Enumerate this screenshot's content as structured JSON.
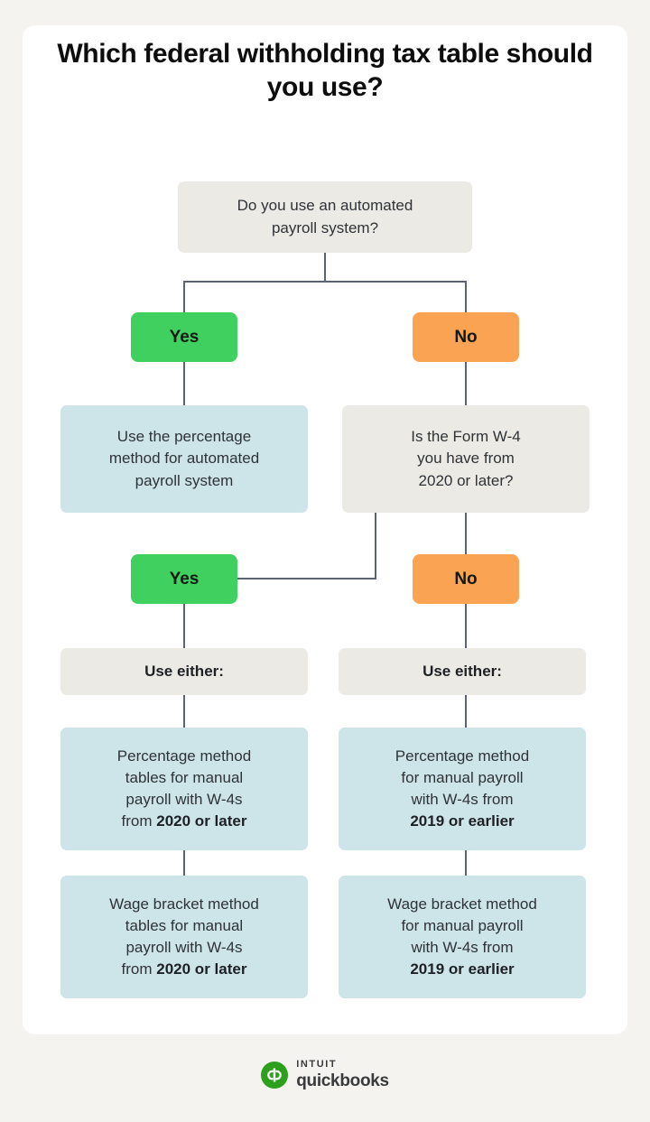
{
  "brand": {
    "card_bg": "#ffffff",
    "page_bg": "#f5f3ef",
    "question_bg": "#eceae5",
    "result_bg": "#cde5e9",
    "yes_color": "#3fd060",
    "no_color": "#faa352",
    "connector_color": "#5a6472",
    "logo_green": "#2ca01c",
    "intuit_text": "INTUIT",
    "quickbooks_text": "quickbooks"
  },
  "title": "Which federal withholding tax table should you use?",
  "chart_data": {
    "type": "diagram",
    "title": "Which federal withholding tax table should you use?",
    "diagram_kind": "decision-flowchart",
    "nodes": [
      {
        "id": "q1",
        "kind": "question",
        "text": "Do you use an automated payroll system?"
      },
      {
        "id": "q1-yes",
        "kind": "branch",
        "text": "Yes"
      },
      {
        "id": "q1-no",
        "kind": "branch",
        "text": "No"
      },
      {
        "id": "r-auto",
        "kind": "result",
        "text": "Use the percentage method for automated payroll system"
      },
      {
        "id": "q2",
        "kind": "question",
        "text": "Is the Form W-4 you have from 2020 or later?"
      },
      {
        "id": "q2-yes",
        "kind": "branch",
        "text": "Yes"
      },
      {
        "id": "q2-no",
        "kind": "branch",
        "text": "No"
      },
      {
        "id": "use-either-left",
        "kind": "label",
        "text": "Use either:"
      },
      {
        "id": "use-either-right",
        "kind": "label",
        "text": "Use either:"
      },
      {
        "id": "r-pct-2020",
        "kind": "result",
        "text": "Percentage method tables for manual payroll with W-4s from 2020 or later"
      },
      {
        "id": "r-wage-2020",
        "kind": "result",
        "text": "Wage bracket method tables for manual payroll with W-4s from 2020 or later"
      },
      {
        "id": "r-pct-2019",
        "kind": "result",
        "text": "Percentage method for manual payroll with W-4s from 2019 or earlier"
      },
      {
        "id": "r-wage-2019",
        "kind": "result",
        "text": "Wage bracket method for manual payroll with W-4s from 2019 or earlier"
      }
    ],
    "edges": [
      {
        "from": "q1",
        "to": "q1-yes"
      },
      {
        "from": "q1",
        "to": "q1-no"
      },
      {
        "from": "q1-yes",
        "to": "r-auto"
      },
      {
        "from": "q1-no",
        "to": "q2"
      },
      {
        "from": "q2",
        "to": "q2-yes"
      },
      {
        "from": "q2",
        "to": "q2-no"
      },
      {
        "from": "q2-yes",
        "to": "use-either-left"
      },
      {
        "from": "q2-no",
        "to": "use-either-right"
      },
      {
        "from": "use-either-left",
        "to": "r-pct-2020"
      },
      {
        "from": "r-pct-2020",
        "to": "r-wage-2020"
      },
      {
        "from": "use-either-right",
        "to": "r-pct-2019"
      },
      {
        "from": "r-pct-2019",
        "to": "r-wage-2019"
      }
    ]
  },
  "flow": {
    "q1": {
      "line1": "Do you use an automated",
      "line2": "payroll system?"
    },
    "q1_yes": "Yes",
    "q1_no": "No",
    "result_auto": {
      "line1": "Use the percentage",
      "line2": "method for automated",
      "line3": "payroll system"
    },
    "q2": {
      "line1": "Is the Form W-4",
      "line2": "you have from",
      "line3": "2020 or later?"
    },
    "q2_yes": "Yes",
    "q2_no": "No",
    "use_either_left": "Use either:",
    "use_either_right": "Use either:",
    "pct_2020": {
      "line1": "Percentage method",
      "line2": "tables for manual",
      "line3": "payroll with W-4s",
      "line4_pre": "from ",
      "line4_bold": "2020 or later"
    },
    "wage_2020": {
      "line1": "Wage bracket method",
      "line2": "tables for manual",
      "line3": "payroll with W-4s",
      "line4_pre": "from ",
      "line4_bold": "2020 or later"
    },
    "pct_2019": {
      "line1": "Percentage method",
      "line2": "for manual payroll",
      "line3": "with W-4s from",
      "line4_bold": "2019 or earlier"
    },
    "wage_2019": {
      "line1": "Wage bracket method",
      "line2": "for manual payroll",
      "line3": "with W-4s from",
      "line4_bold": "2019 or earlier"
    }
  },
  "logo": {
    "intuit": "INTUIT",
    "quickbooks": "quickbooks"
  }
}
